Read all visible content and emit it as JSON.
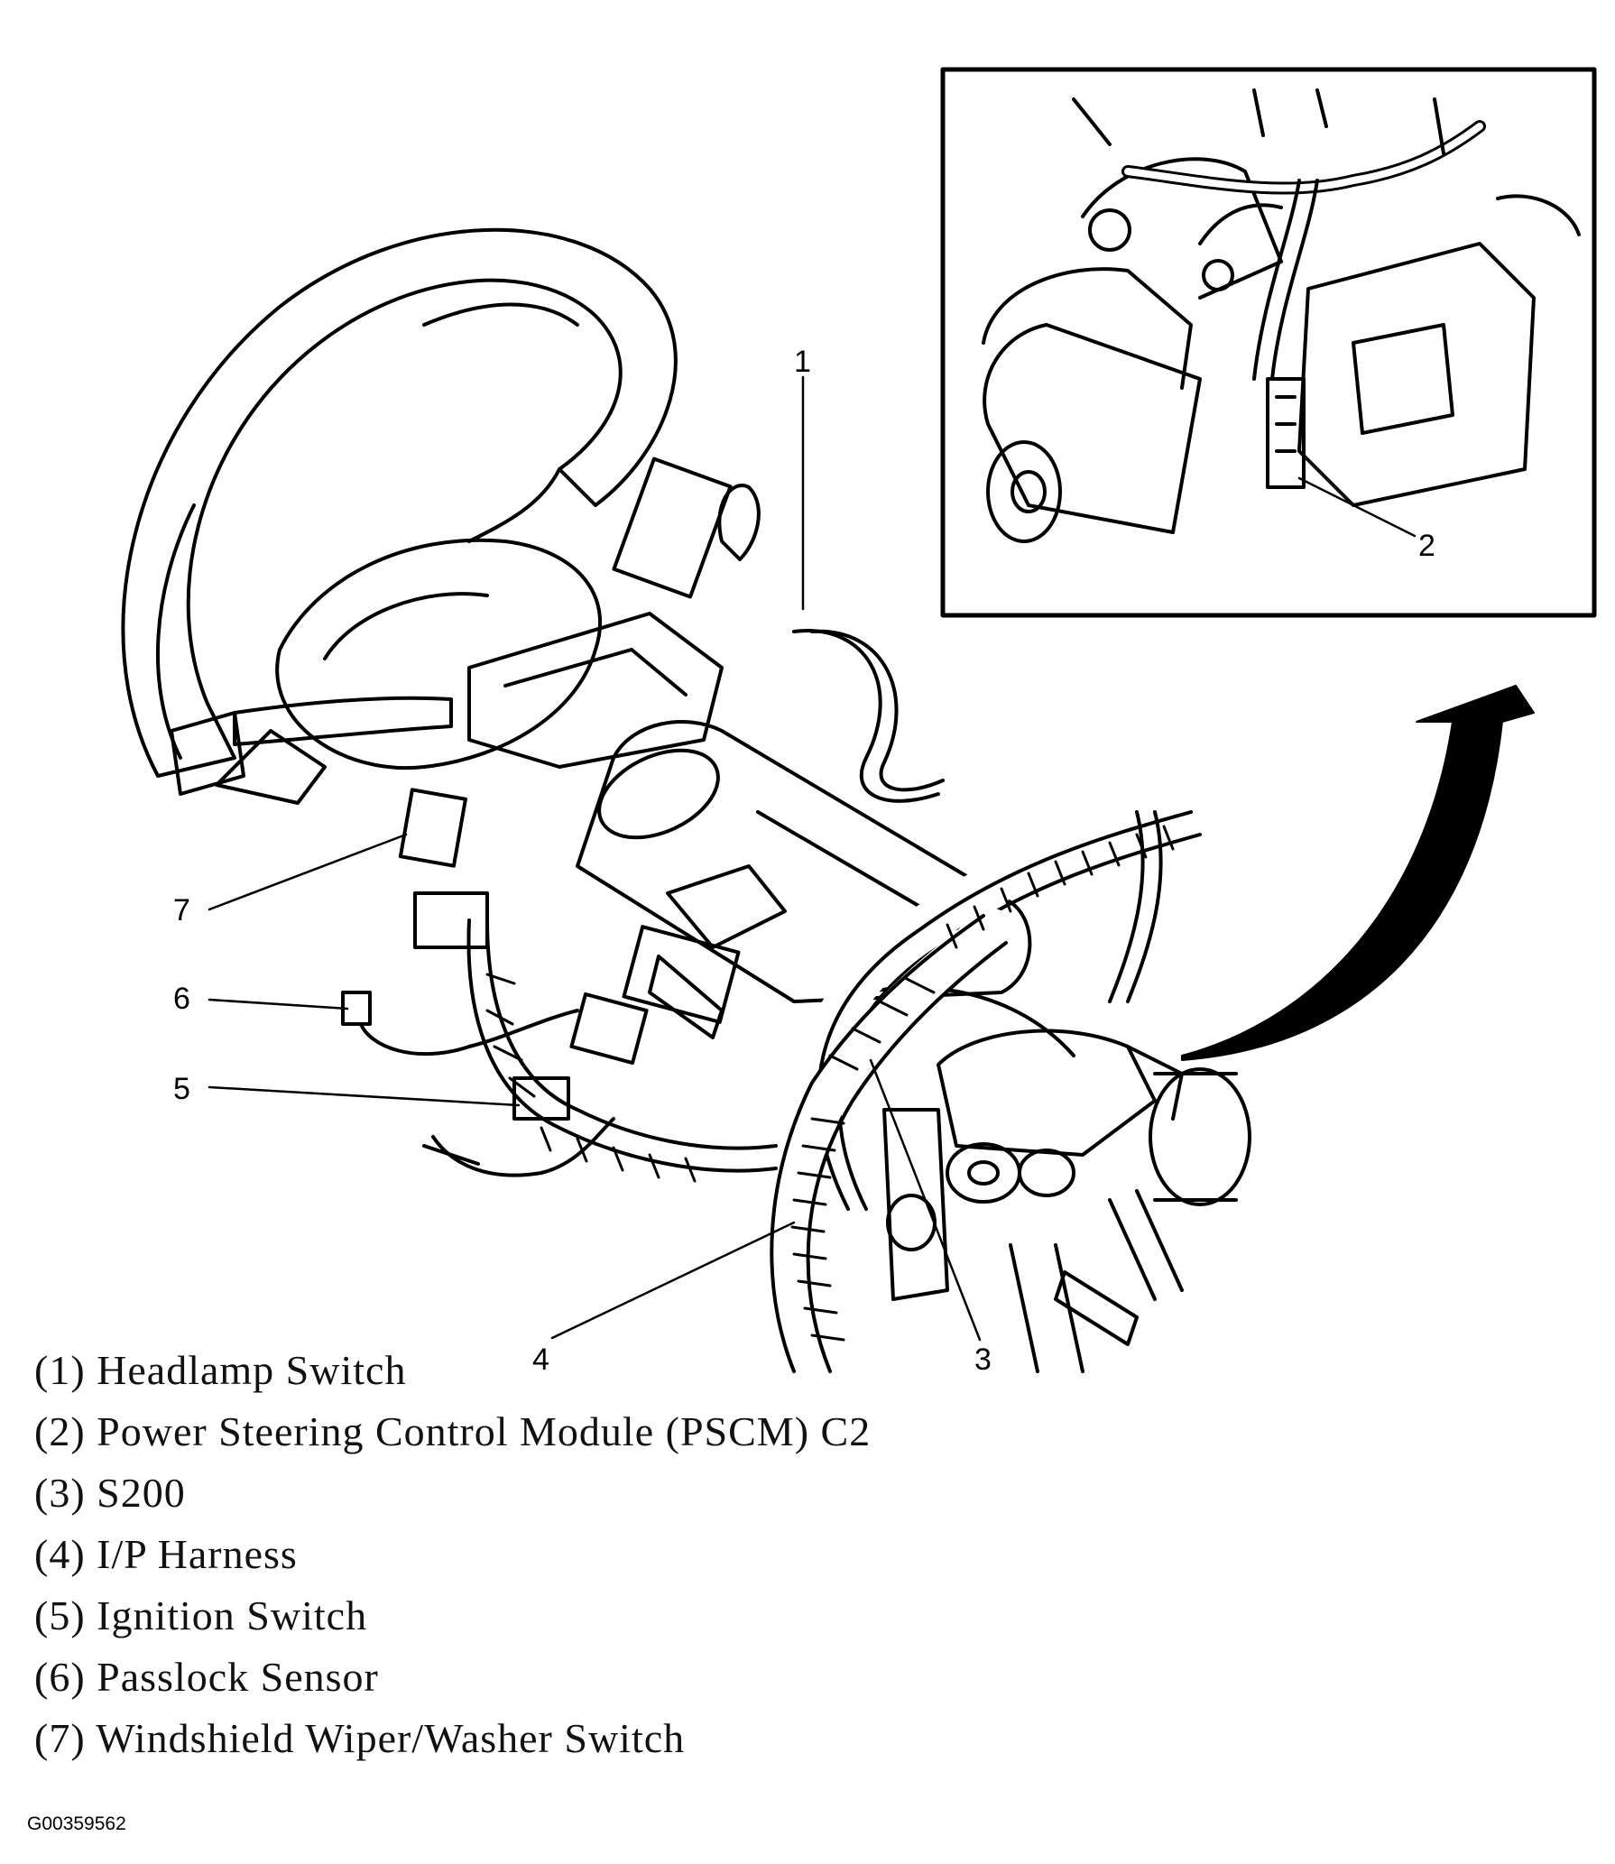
{
  "callouts": {
    "c1": "1",
    "c2": "2",
    "c3": "3",
    "c4": "4",
    "c5": "5",
    "c6": "6",
    "c7": "7"
  },
  "legend": [
    "(1) Headlamp Switch",
    "(2) Power Steering Control Module (PSCM) C2",
    "(3) S200",
    "(4) I/P Harness",
    "(5) Ignition Switch",
    "(6) Passlock Sensor",
    "(7) Windshield Wiper/Washer Switch"
  ],
  "figure_code": "G00359562"
}
